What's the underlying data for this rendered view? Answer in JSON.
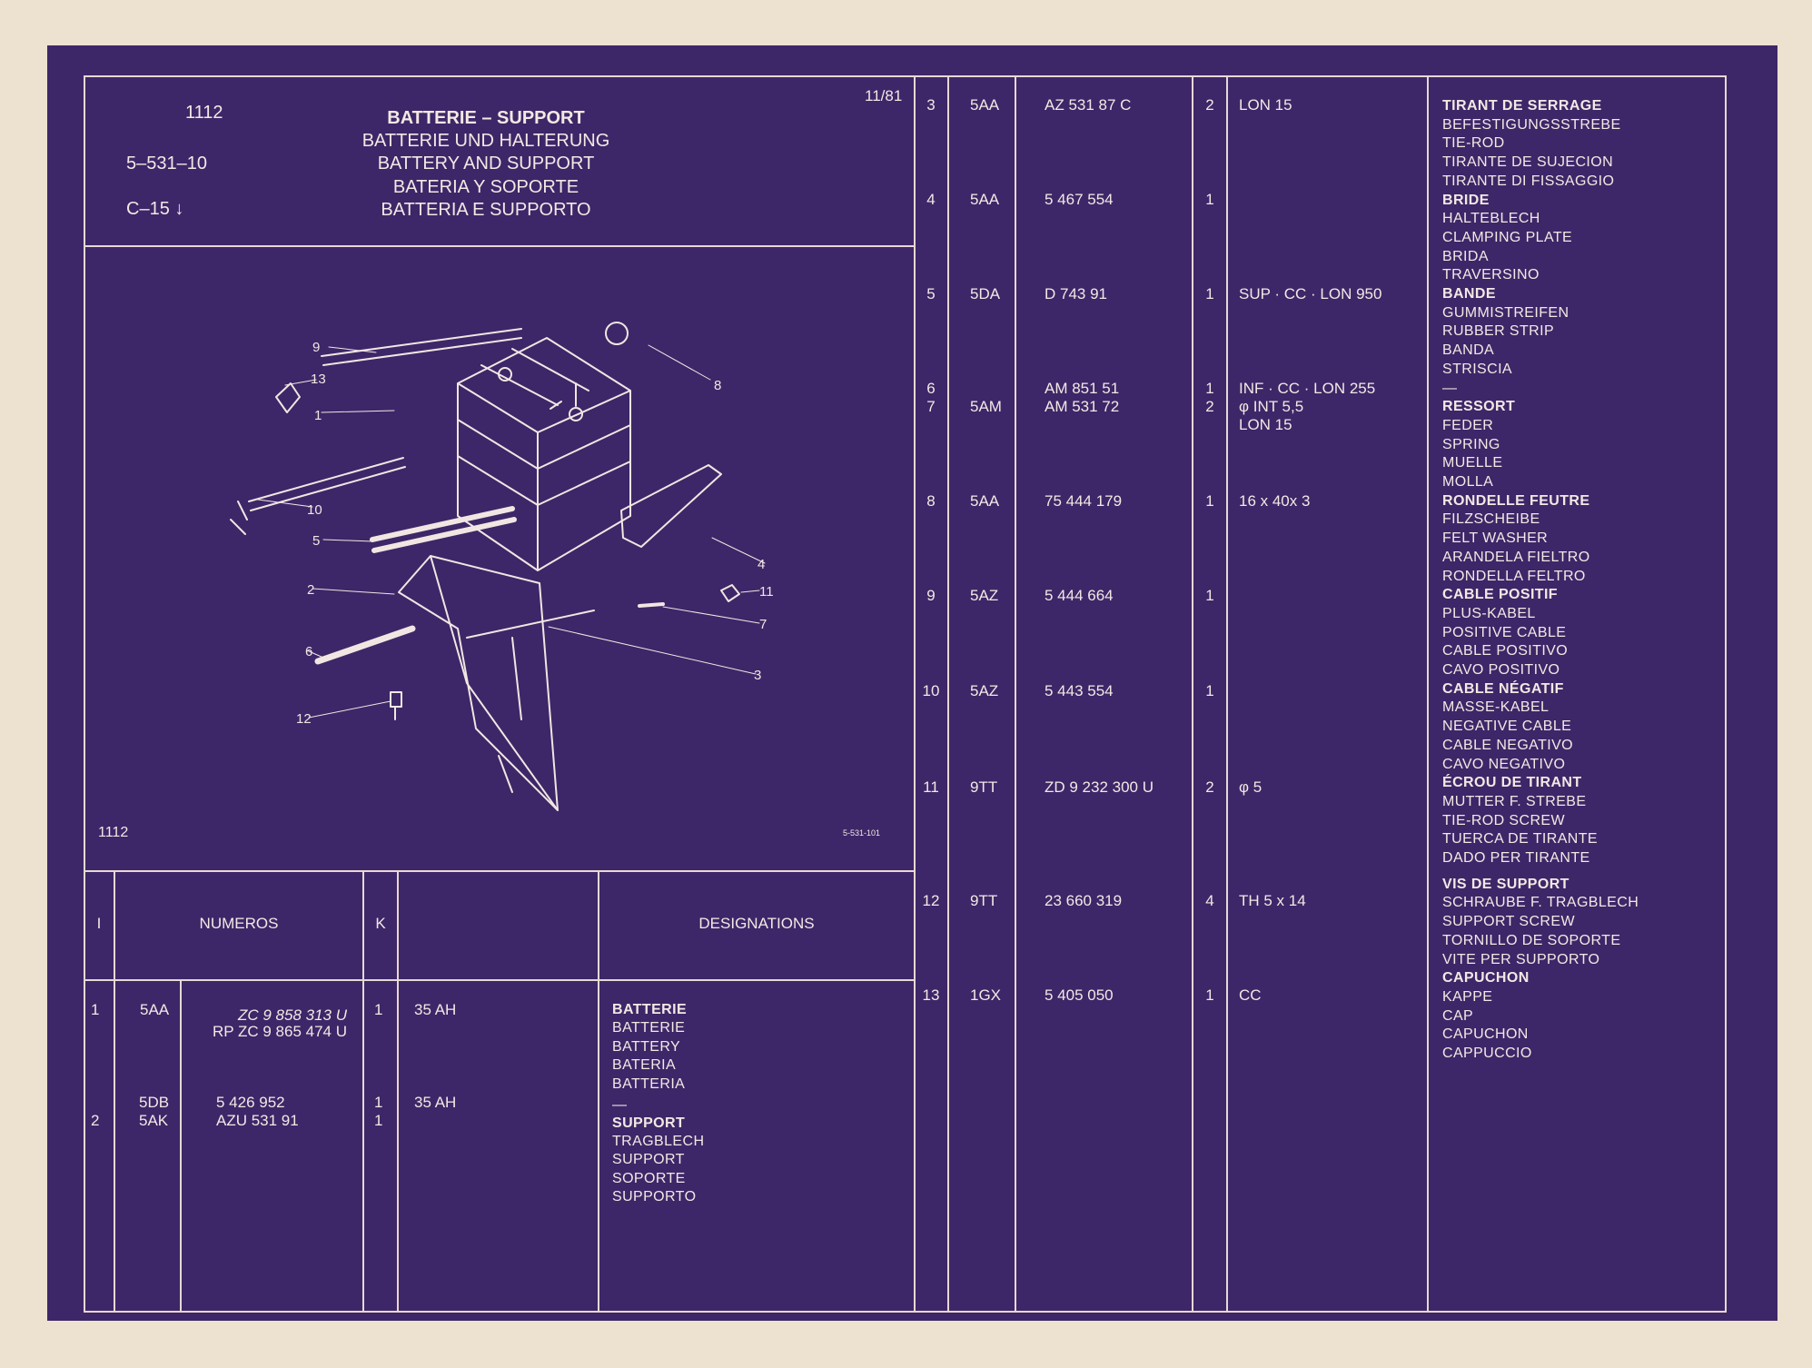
{
  "header": {
    "group": "1112",
    "ref": "5–531–10",
    "sub": "C–15",
    "date": "11/81",
    "titles": [
      "BATTERIE – SUPPORT",
      "BATTERIE UND HALTERUNG",
      "BATTERY AND SUPPORT",
      "BATERIA Y SOPORTE",
      "BATTERIA E SUPPORTO"
    ]
  },
  "figure": {
    "number": "1112",
    "drawing_ref": "5-531-101",
    "callouts": [
      "9",
      "13",
      "1",
      "8",
      "10",
      "5",
      "4",
      "2",
      "11",
      "7",
      "6",
      "3",
      "12"
    ]
  },
  "lower_table": {
    "headers": {
      "index": "I",
      "numeros": "NUMEROS",
      "k": "K",
      "designations": "DESIGNATIONS"
    },
    "rows": [
      {
        "idx": "1",
        "code": "5AA",
        "numbers": [
          "ZC  9  858  313  U",
          "RP ZC  9  865  474 U"
        ],
        "qty": "1",
        "note": "35 AH"
      },
      {
        "idx": "",
        "code": "5DB",
        "numbers": [
          "5  426  952"
        ],
        "qty": "1",
        "note": "35 AH"
      },
      {
        "idx": "2",
        "code": "5AK",
        "numbers": [
          "AZU  531   91"
        ],
        "qty": "1",
        "note": ""
      }
    ],
    "designations": [
      {
        "text": "BATTERIE",
        "bold": true
      },
      {
        "text": "BATTERIE",
        "bold": false
      },
      {
        "text": "BATTERY",
        "bold": false
      },
      {
        "text": "BATERIA",
        "bold": false
      },
      {
        "text": "BATTERIA",
        "bold": false
      },
      {
        "text": "—",
        "bold": false
      },
      {
        "text": "SUPPORT",
        "bold": true
      },
      {
        "text": "TRAGBLECH",
        "bold": false
      },
      {
        "text": "SUPPORT",
        "bold": false
      },
      {
        "text": "SOPORTE",
        "bold": false
      },
      {
        "text": "SUPPORTO",
        "bold": false
      }
    ]
  },
  "parts": [
    {
      "idx": "3",
      "code": "5AA",
      "number": "AZ  531   87  C",
      "qty": "2",
      "note": "LON 15"
    },
    {
      "idx": "4",
      "code": "5AA",
      "number": "5  467  554",
      "qty": "1",
      "note": ""
    },
    {
      "idx": "5",
      "code": "5DA",
      "number": "D  743   91",
      "qty": "1",
      "note": "SUP · CC · LON 950"
    },
    {
      "idx": "6",
      "code": "",
      "number": "AM  851   51",
      "qty": "1",
      "note": "INF · CC · LON 255"
    },
    {
      "idx": "7",
      "code": "5AM",
      "number": "AM  531   72",
      "qty": "2",
      "note": "φ INT 5,5"
    },
    {
      "idx": "",
      "code": "",
      "number": "",
      "qty": "",
      "note": "LON 15"
    },
    {
      "idx": "8",
      "code": "5AA",
      "number": "75  444  179",
      "qty": "1",
      "note": "16 x 40x 3"
    },
    {
      "idx": "9",
      "code": "5AZ",
      "number": "5  444  664",
      "qty": "1",
      "note": ""
    },
    {
      "idx": "10",
      "code": "5AZ",
      "number": "5  443  554",
      "qty": "1",
      "note": ""
    },
    {
      "idx": "11",
      "code": "9TT",
      "number": "ZD  9  232  300  U",
      "qty": "2",
      "note": "φ 5"
    },
    {
      "idx": "12",
      "code": "9TT",
      "number": "23  660  319",
      "qty": "4",
      "note": "TH 5 x 14"
    },
    {
      "idx": "13",
      "code": "1GX",
      "number": "5  405  050",
      "qty": "1",
      "note": "CC"
    }
  ],
  "designations": [
    {
      "text": "TIRANT DE SERRAGE",
      "bold": true
    },
    {
      "text": "BEFESTIGUNGSSTREBE",
      "bold": false
    },
    {
      "text": "TIE-ROD",
      "bold": false
    },
    {
      "text": "TIRANTE DE SUJECION",
      "bold": false
    },
    {
      "text": "TIRANTE DI FISSAGGIO",
      "bold": false
    },
    {
      "text": "BRIDE",
      "bold": true
    },
    {
      "text": "HALTEBLECH",
      "bold": false
    },
    {
      "text": "CLAMPING PLATE",
      "bold": false
    },
    {
      "text": "BRIDA",
      "bold": false
    },
    {
      "text": "TRAVERSINO",
      "bold": false
    },
    {
      "text": "BANDE",
      "bold": true
    },
    {
      "text": "GUMMISTREIFEN",
      "bold": false
    },
    {
      "text": "RUBBER STRIP",
      "bold": false
    },
    {
      "text": "BANDA",
      "bold": false
    },
    {
      "text": "STRISCIA",
      "bold": false
    },
    {
      "text": "—",
      "bold": false
    },
    {
      "text": "RESSORT",
      "bold": true
    },
    {
      "text": "FEDER",
      "bold": false
    },
    {
      "text": "SPRING",
      "bold": false
    },
    {
      "text": "MUELLE",
      "bold": false
    },
    {
      "text": "MOLLA",
      "bold": false
    },
    {
      "text": "RONDELLE FEUTRE",
      "bold": true
    },
    {
      "text": "FILZSCHEIBE",
      "bold": false
    },
    {
      "text": "FELT WASHER",
      "bold": false
    },
    {
      "text": "ARANDELA FIELTRO",
      "bold": false
    },
    {
      "text": "RONDELLA FELTRO",
      "bold": false
    },
    {
      "text": "CABLE POSITIF",
      "bold": true
    },
    {
      "text": "PLUS-KABEL",
      "bold": false
    },
    {
      "text": "POSITIVE CABLE",
      "bold": false
    },
    {
      "text": "CABLE POSITIVO",
      "bold": false
    },
    {
      "text": "CAVO POSITIVO",
      "bold": false
    },
    {
      "text": "CABLE NÉGATIF",
      "bold": true
    },
    {
      "text": "MASSE-KABEL",
      "bold": false
    },
    {
      "text": "NEGATIVE CABLE",
      "bold": false
    },
    {
      "text": "CABLE NEGATIVO",
      "bold": false
    },
    {
      "text": "CAVO NEGATIVO",
      "bold": false
    },
    {
      "text": "ÉCROU DE TIRANT",
      "bold": true
    },
    {
      "text": "MUTTER F. STREBE",
      "bold": false
    },
    {
      "text": "TIE-ROD SCREW",
      "bold": false
    },
    {
      "text": "TUERCA DE TIRANTE",
      "bold": false
    },
    {
      "text": "DADO PER TIRANTE",
      "bold": false
    },
    {
      "text": "VIS DE SUPPORT",
      "bold": true
    },
    {
      "text": "SCHRAUBE F. TRAGBLECH",
      "bold": false
    },
    {
      "text": "SUPPORT SCREW",
      "bold": false
    },
    {
      "text": "TORNILLO DE SOPORTE",
      "bold": false
    },
    {
      "text": "VITE PER SUPPORTO",
      "bold": false
    },
    {
      "text": "CAPUCHON",
      "bold": true
    },
    {
      "text": "KAPPE",
      "bold": false
    },
    {
      "text": "CAP",
      "bold": false
    },
    {
      "text": "CAPUCHON",
      "bold": false
    },
    {
      "text": "CAPPUCCIO",
      "bold": false
    }
  ]
}
